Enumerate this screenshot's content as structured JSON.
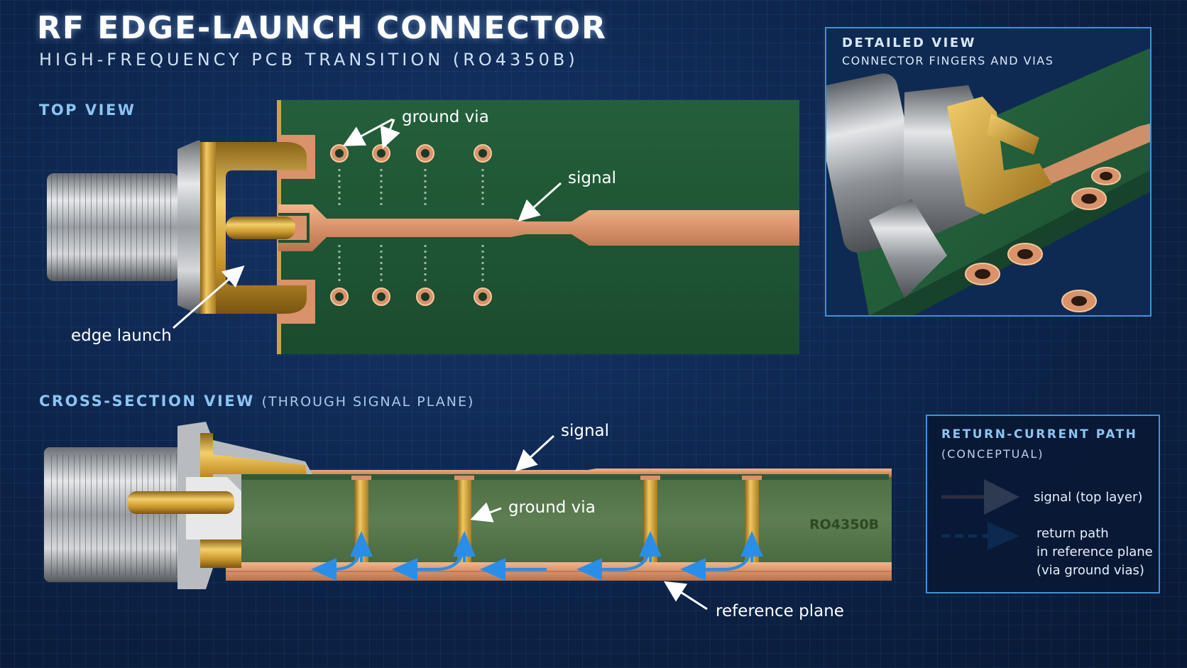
{
  "title": "RF EDGE-LAUNCH CONNECTOR",
  "subtitle": "HIGH-FREQUENCY PCB TRANSITION (RO4350B)",
  "top_view": {
    "label": "TOP VIEW",
    "callouts": {
      "ground_via": "ground via",
      "signal": "signal",
      "edge_launch": "edge launch"
    }
  },
  "detailed_view": {
    "title": "DETAILED VIEW",
    "subtitle": "CONNECTOR FINGERS AND VIAS"
  },
  "cross_section": {
    "label": "CROSS-SECTION VIEW",
    "label_sub": "(THROUGH SIGNAL PLANE)",
    "callouts": {
      "signal": "signal",
      "ground_via": "ground via",
      "reference_plane": "reference plane",
      "material": "RO4350B"
    }
  },
  "legend": {
    "title": "RETURN-CURRENT PATH",
    "subtitle": "(CONCEPTUAL)",
    "items": [
      {
        "line1": "signal (top layer)",
        "line2": "",
        "line3": "",
        "color": "#f0a878",
        "style": "solid"
      },
      {
        "line1": "return path",
        "line2": "in reference plane",
        "line3": "(via ground vias)",
        "color": "#2aa8f0",
        "style": "dashed"
      }
    ]
  },
  "colors": {
    "background": "#0d2448",
    "pcb_green": "#1f5a36",
    "copper": "#d9926a",
    "gold": "#d9a83a",
    "accent": "#8cc4f2",
    "return_arrow": "#2a8ee8"
  }
}
